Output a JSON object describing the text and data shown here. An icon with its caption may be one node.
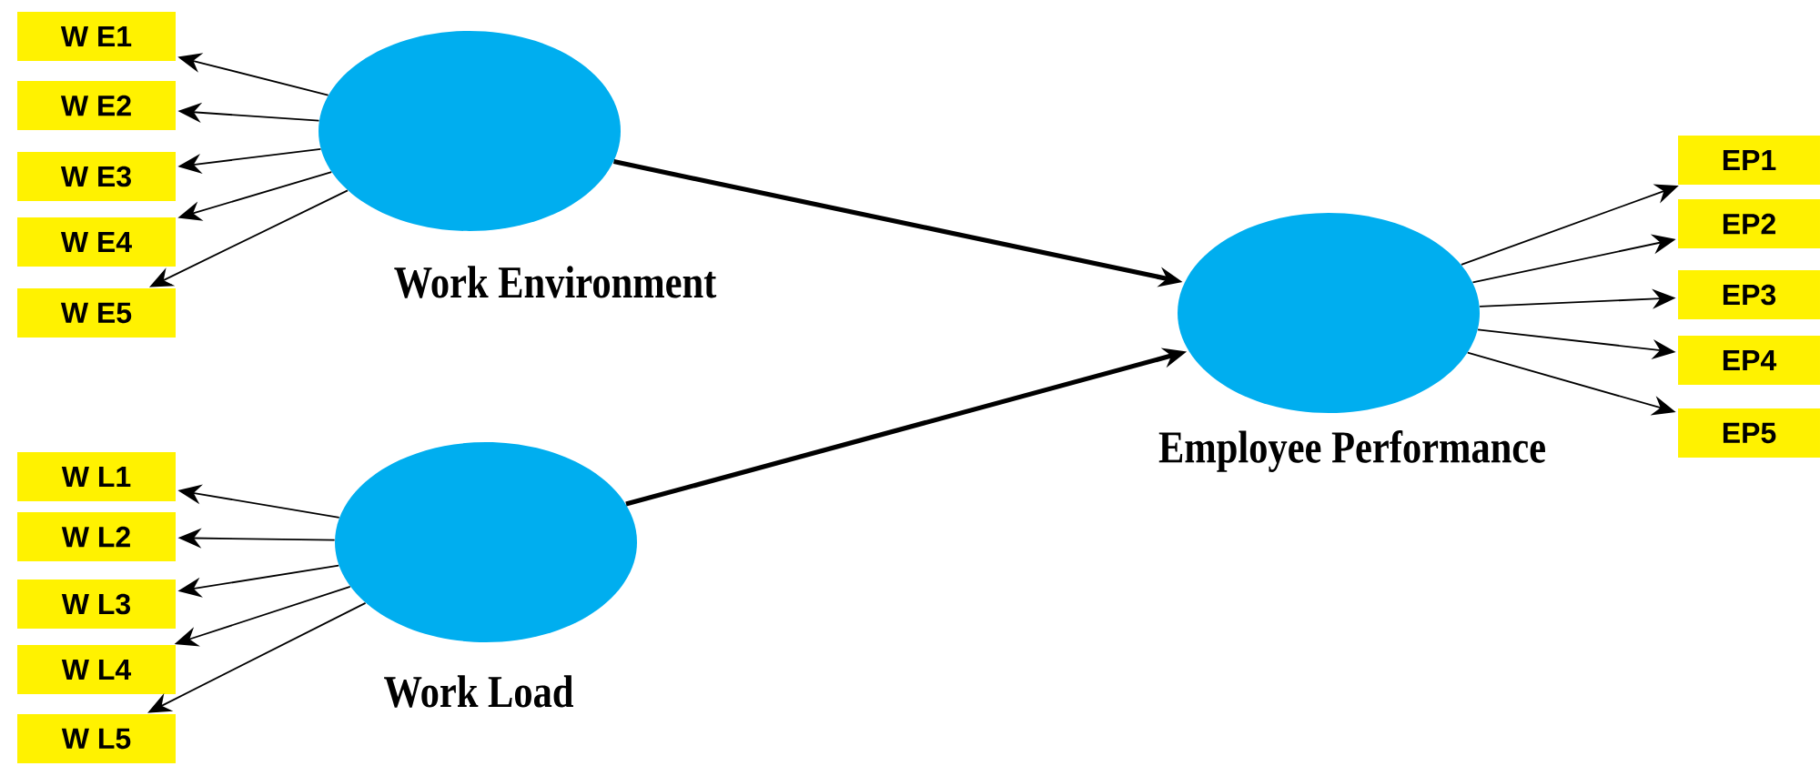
{
  "diagram": {
    "nodes": [
      {
        "text": [
          "Work Environment"
        ]
      },
      {
        "text": [
          "W E1"
        ]
      },
      {
        "text": [
          "W E2"
        ]
      },
      {
        "text": [
          "W E3"
        ]
      },
      {
        "text": [
          "W E4"
        ]
      },
      {
        "text": [
          "W E5"
        ]
      },
      {
        "text": [
          "Employee Performance"
        ]
      },
      {
        "text": [
          "EP1"
        ]
      },
      {
        "text": [
          "EP2"
        ]
      },
      {
        "text": [
          "EP3"
        ]
      },
      {
        "text": [
          "EP4"
        ]
      },
      {
        "text": [
          "EP5"
        ]
      },
      {
        "text": [
          "Work Load"
        ]
      },
      {
        "text": [
          "W L1"
        ]
      },
      {
        "text": [
          "W L2"
        ]
      },
      {
        "text": [
          "W L3"
        ]
      },
      {
        "text": [
          "W L4"
        ]
      },
      {
        "text": [
          "W L5"
        ]
      }
    ],
    "edges": [
      {
        "from": 0,
        "to": 1,
        "arrow": "to"
      },
      {
        "from": 0,
        "to": 2,
        "arrow": "to"
      },
      {
        "from": 0,
        "to": 3,
        "arrow": "to"
      },
      {
        "from": 0,
        "to": 4,
        "arrow": "to"
      },
      {
        "from": 0,
        "to": 5,
        "arrow": "to"
      },
      {
        "from": 0,
        "to": 6,
        "arrow": "to",
        "style": "thick"
      },
      {
        "from": 12,
        "to": 6,
        "arrow": "to",
        "style": "thick"
      },
      {
        "from": 6,
        "to": 7,
        "arrow": "to"
      },
      {
        "from": 6,
        "to": 8,
        "arrow": "to"
      },
      {
        "from": 6,
        "to": 9,
        "arrow": "to"
      },
      {
        "from": 6,
        "to": 10,
        "arrow": "to"
      },
      {
        "from": 6,
        "to": 11,
        "arrow": "to"
      },
      {
        "from": 12,
        "to": 13,
        "arrow": "to"
      },
      {
        "from": 12,
        "to": 14,
        "arrow": "to"
      },
      {
        "from": 12,
        "to": 15,
        "arrow": "to"
      },
      {
        "from": 12,
        "to": 16,
        "arrow": "to"
      },
      {
        "from": 12,
        "to": 17,
        "arrow": "to"
      }
    ]
  }
}
